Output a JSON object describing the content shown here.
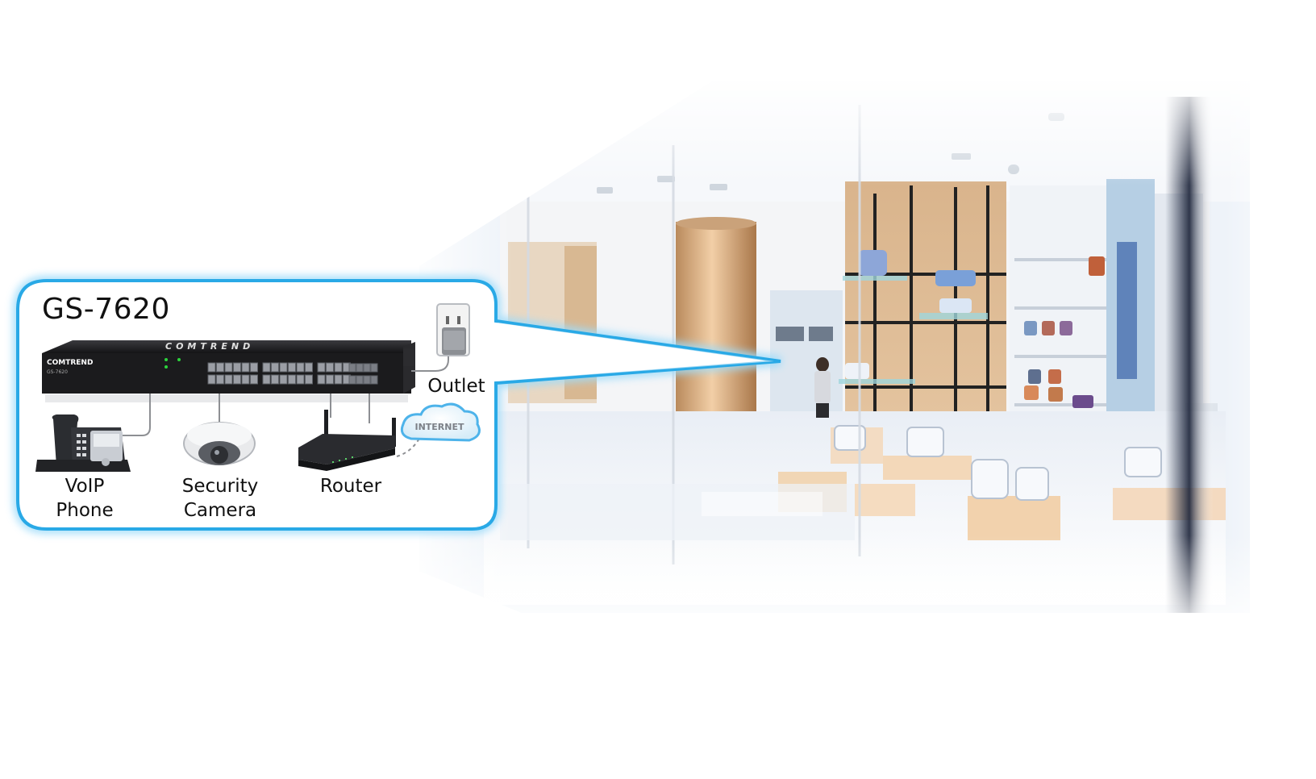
{
  "diagram": {
    "model_title": "GS-7620",
    "switch_brand": "COMTREND",
    "switch_front_brand": "COMTREND",
    "devices": {
      "outlet_label": "Outlet",
      "voip_label_line1": "VoIP",
      "voip_label_line2": "Phone",
      "camera_label_line1": "Security",
      "camera_label_line2": "Camera",
      "router_label": "Router",
      "cloud_label": "INTERNET"
    },
    "colors": {
      "callout_border": "#29a9e6",
      "callout_glow": "#9fdcfa",
      "switch_body": "#1b1b1d"
    }
  }
}
